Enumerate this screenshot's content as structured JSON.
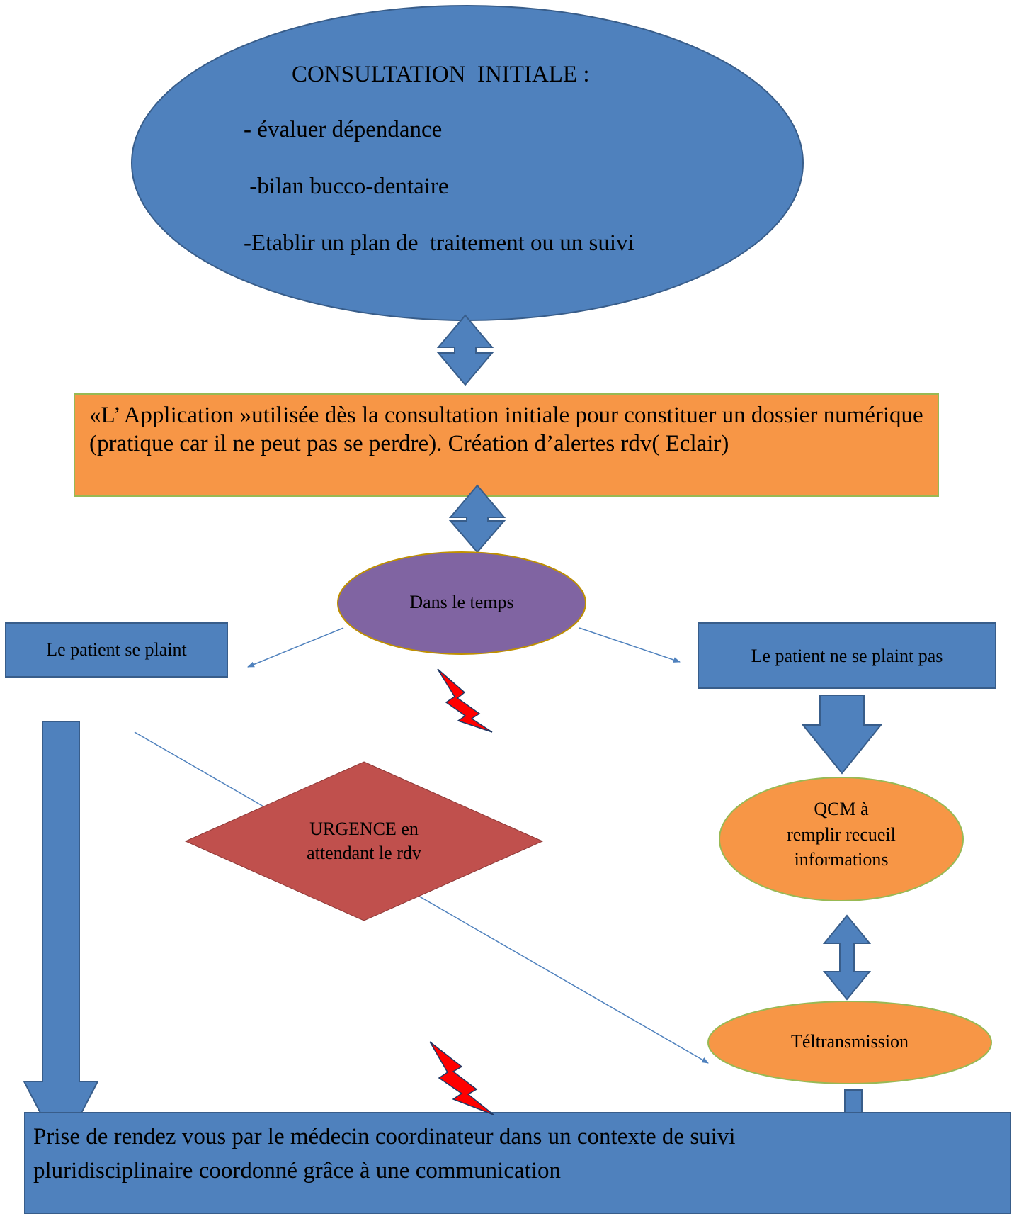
{
  "consultation": {
    "title": "CONSULTATION  INITIALE :",
    "items": [
      "- évaluer dépendance",
      " -bilan bucco-dentaire",
      "-Etablir un plan de  traitement ou un suivi"
    ]
  },
  "application": {
    "text": "«L’ Application »utilisée dès la consultation initiale pour constituer un dossier numérique (pratique car il ne peut pas se perdre). Création d’alertes rdv( Eclair)"
  },
  "timeline": {
    "label": "Dans le temps"
  },
  "complains": {
    "label": "Le patient se plaint"
  },
  "no_complaint": {
    "label": "Le patient ne se plaint pas"
  },
  "emergency": {
    "line1": "URGENCE en",
    "line2": "attendant le rdv"
  },
  "qcm": {
    "line1": "QCM à",
    "line2": "remplir recueil",
    "line3": "informations"
  },
  "teletransmission": {
    "label": "Téltransmission"
  },
  "appointment": {
    "line1": "Prise de rendez vous par le médecin coordinateur dans un contexte de suivi",
    "line2": "pluridisciplinaire coordonné grâce à une communication"
  },
  "colors": {
    "blue": "#4F81BD",
    "blue_border": "#385D8A",
    "orange": "#F79646",
    "orange_border": "#98B954",
    "purple": "#8064A2",
    "red_diamond": "#C0504D",
    "lightning_red": "#FF0000",
    "connector": "#4F81BD"
  }
}
